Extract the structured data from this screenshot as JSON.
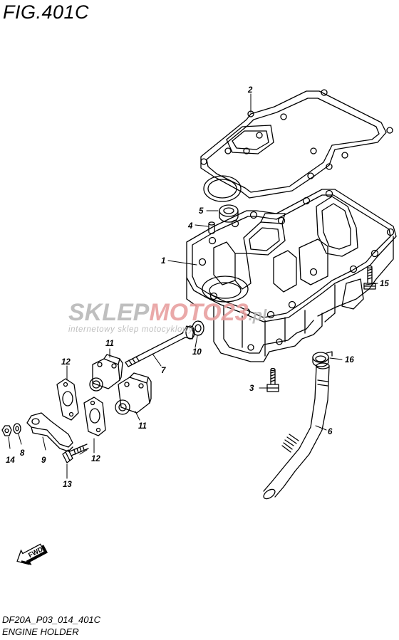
{
  "figure": {
    "title": "FIG.401C",
    "code": "DF20A_P03_014_401C",
    "name": "ENGINE HOLDER"
  },
  "watermark": {
    "brand_part1": "SKLEP",
    "brand_part2": "MOTO",
    "brand_part3": "23",
    "brand_part4": ".pl",
    "tagline": "internetowy sklep motocyklowy",
    "color_grey": "#b9b9b9",
    "color_red": "#e8a0a0"
  },
  "direction_badge": "FWD",
  "callouts": [
    "1",
    "2",
    "3",
    "4",
    "5",
    "6",
    "7",
    "8",
    "9",
    "10",
    "11",
    "11",
    "12",
    "12",
    "13",
    "14",
    "15",
    "16"
  ],
  "line_color": "#000000"
}
